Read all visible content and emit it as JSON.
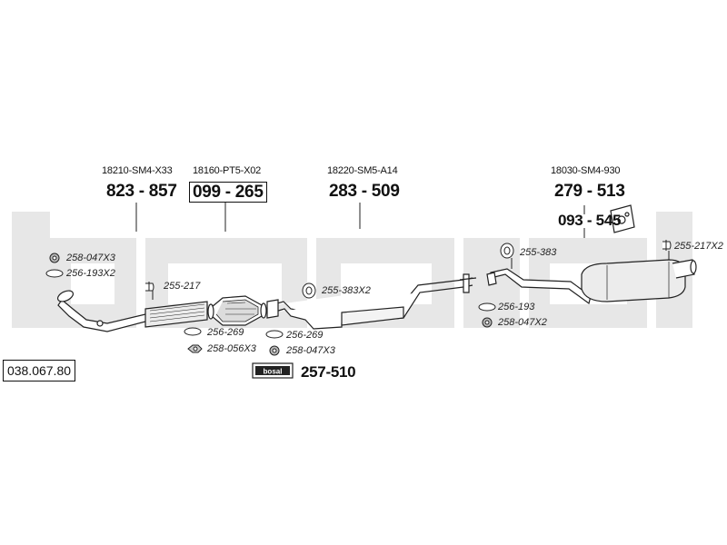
{
  "diagram": {
    "reference_number": "038.067.80",
    "oem_numbers": [
      "18210-SM4-X33",
      "18160-PT5-X02",
      "18220-SM5-A14",
      "18030-SM4-930"
    ],
    "main_parts": [
      "823 - 857",
      "099 - 265",
      "283 - 509",
      "279 - 513",
      "093 - 545",
      "257-510"
    ],
    "accessories": {
      "a1": "258-047X3",
      "a2": "256-193X2",
      "a3": "255-217",
      "a4": "256-269",
      "a5": "258-056X3",
      "a6": "256-269",
      "a7": "258-047X3",
      "a8": "255-383X2",
      "a9": "255-383",
      "a10": "256-193",
      "a11": "258-047X2",
      "a12": "255-217X2"
    },
    "brand_plate": "bosal",
    "watermark": "bosal",
    "colors": {
      "line": "#222222",
      "watermark": "#e6e6e6"
    }
  }
}
